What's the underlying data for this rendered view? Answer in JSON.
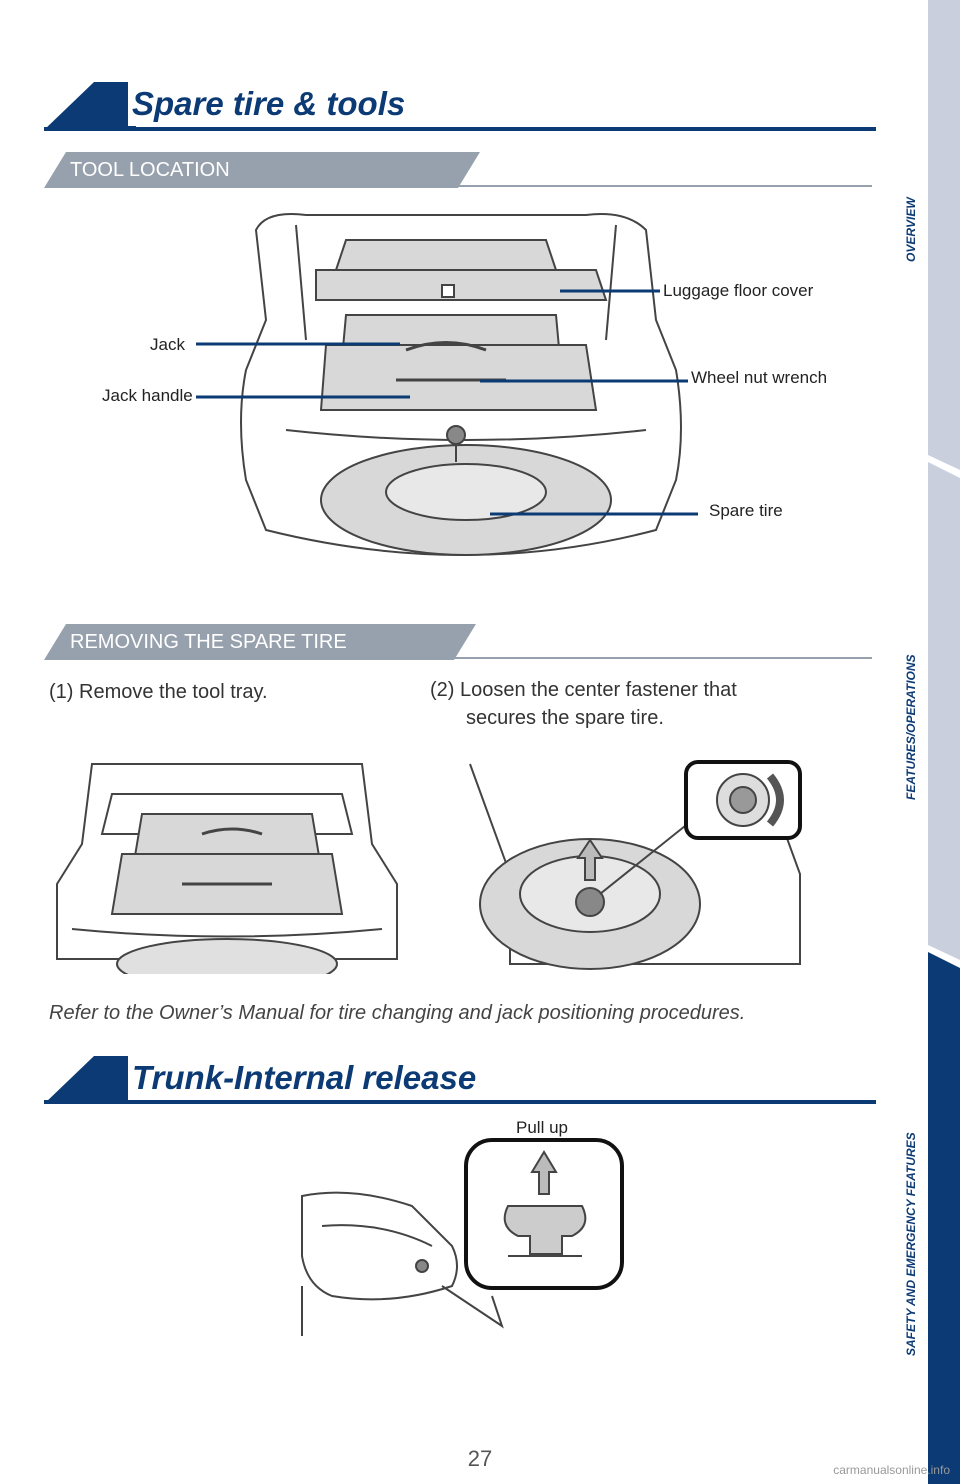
{
  "sections": {
    "spare": {
      "title": "Spare tire & tools",
      "tool_location": {
        "heading": "TOOL LOCATION",
        "labels": {
          "luggage_floor_cover": "Luggage floor cover",
          "jack": "Jack",
          "jack_handle": "Jack handle",
          "wheel_nut_wrench": "Wheel nut wrench",
          "spare_tire": "Spare tire"
        }
      },
      "removing": {
        "heading": "REMOVING THE SPARE TIRE",
        "step1": "(1) Remove the tool tray.",
        "step2_line1": "(2) Loosen the center fastener that",
        "step2_line2": "secures the spare tire."
      },
      "note": "Refer to the Owner’s Manual for tire changing and jack positioning procedures."
    },
    "trunk": {
      "title": "Trunk-Internal release",
      "pull_label": "Pull up"
    }
  },
  "sidebar": {
    "overview": "OVERVIEW",
    "features": "FEATURES/OPERATIONS",
    "safety": "SAFETY AND EMERGENCY FEATURES"
  },
  "page_number": "27",
  "watermark": "carmanualsonline.info",
  "colors": {
    "brand_navy": "#0b3a74",
    "band_gray": "#97a1ad",
    "sidebar_light": "#c9cfdd"
  }
}
